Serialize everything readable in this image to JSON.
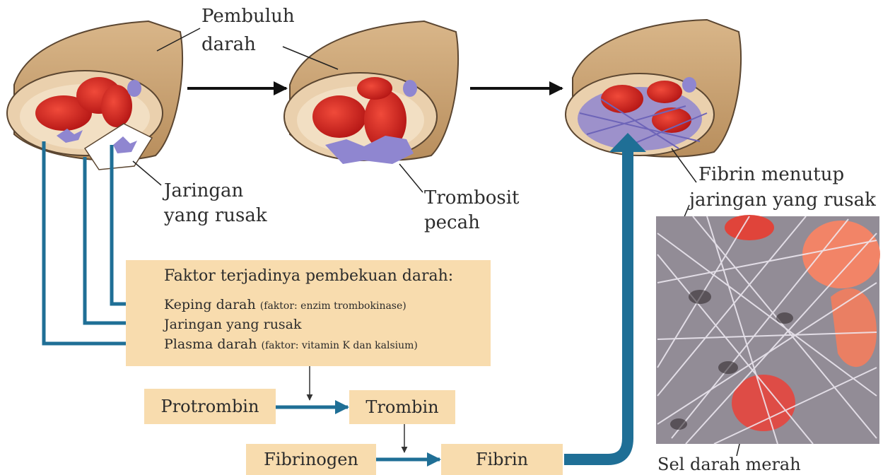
{
  "labels": {
    "pembuluh_line1": "Pembuluh",
    "pembuluh_line2": "darah",
    "jaringan_line1": "Jaringan",
    "jaringan_line2": "yang rusak",
    "trombosit_line1": "Trombosit",
    "trombosit_line2": "pecah",
    "fibrin_line1": "Fibrin menutup",
    "fibrin_line2": "jaringan yang rusak",
    "sel_darah": "Sel darah merah"
  },
  "factors": {
    "title": "Faktor terjadinya pembekuan darah:",
    "items": [
      {
        "label": "Keping darah",
        "note": "(faktor: enzim trombokinase)"
      },
      {
        "label": "Jaringan yang rusak",
        "note": ""
      },
      {
        "label": "Plasma darah",
        "note": "(faktor: vitamin K dan kalsium)"
      }
    ]
  },
  "flow": {
    "protrombin": "Protrombin",
    "trombin": "Trombin",
    "fibrinogen": "Fibrinogen",
    "fibrin": "Fibrin"
  },
  "colors": {
    "vessel": "#cfa876",
    "blood_cell": "#d51f1f",
    "platelet": "#8f86d0",
    "box": "#f8dcae",
    "arrow_blue": "#1f6f96"
  }
}
